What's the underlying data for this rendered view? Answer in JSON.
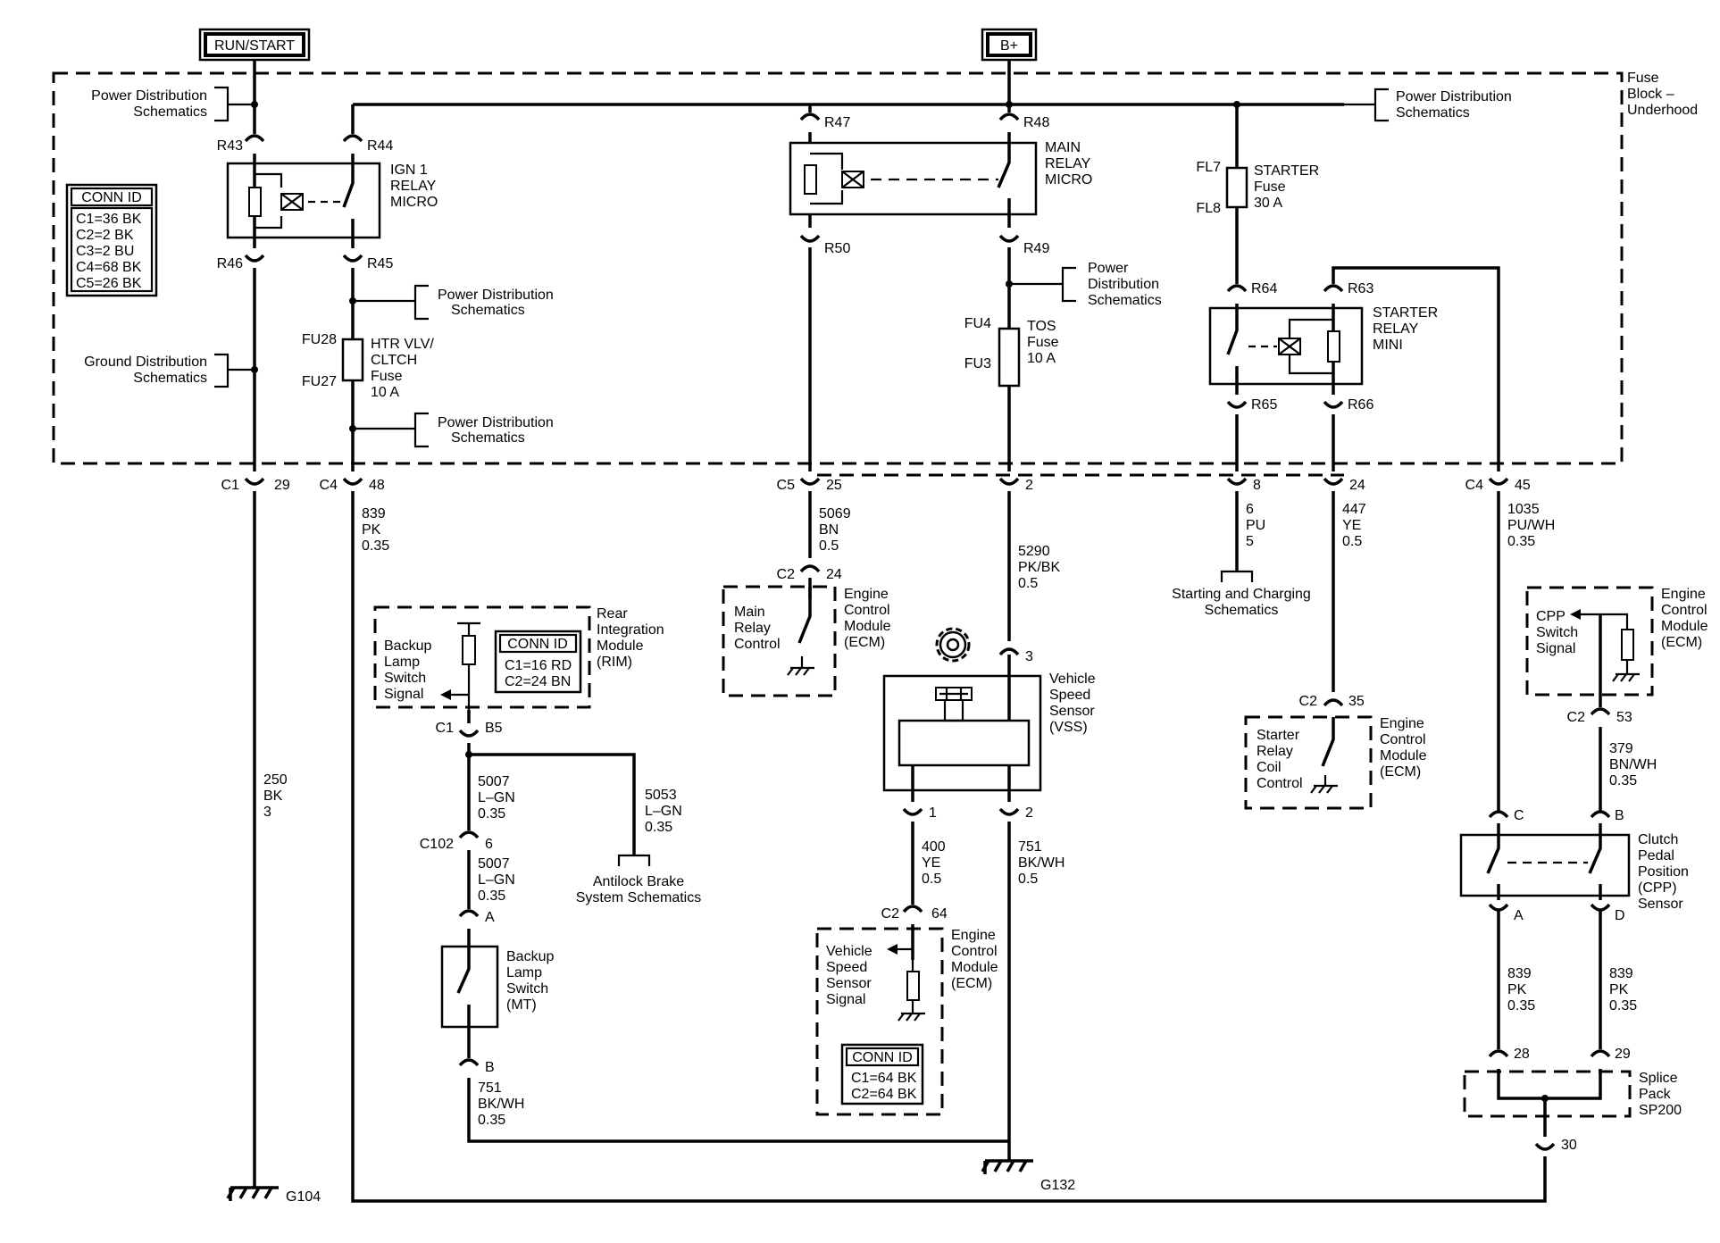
{
  "sources": {
    "run_start": "RUN/START",
    "bplus": "B+"
  },
  "fuse_block": {
    "label": [
      "Fuse",
      "Block –",
      "Underhood"
    ]
  },
  "power_dist": [
    "Power Distribution",
    "Schematics"
  ],
  "power_dist_3": [
    "Power",
    "Distribution",
    "Schematics"
  ],
  "ground_dist": [
    "Ground Distribution",
    "Schematics"
  ],
  "conn_id_main": {
    "title": "CONN ID",
    "rows": [
      "C1=36 BK",
      "C2=2 BK",
      "C3=2 BU",
      "C4=68 BK",
      "C5=26 BK"
    ]
  },
  "conn_id_rim": {
    "title": "CONN ID",
    "rows": [
      "C1=16 RD",
      "C2=24 BN"
    ]
  },
  "conn_id_ecm": {
    "title": "CONN ID",
    "rows": [
      "C1=64 BK",
      "C2=64 BK"
    ]
  },
  "relays": {
    "ign1": [
      "IGN 1",
      "RELAY",
      "MICRO"
    ],
    "main": [
      "MAIN",
      "RELAY",
      "MICRO"
    ],
    "starter": [
      "STARTER",
      "RELAY",
      "MINI"
    ]
  },
  "pins": {
    "r43": "R43",
    "r44": "R44",
    "r45": "R45",
    "r46": "R46",
    "r47": "R47",
    "r48": "R48",
    "r49": "R49",
    "r50": "R50",
    "r63": "R63",
    "r64": "R64",
    "r65": "R65",
    "r66": "R66",
    "fu28": "FU28",
    "fu27": "FU27",
    "fu4": "FU4",
    "fu3": "FU3",
    "fl7": "FL7",
    "fl8": "FL8"
  },
  "fuses": {
    "htr": [
      "HTR VLV/",
      "CLTCH",
      "Fuse",
      "10 A"
    ],
    "tos": [
      "TOS",
      "Fuse",
      "10 A"
    ],
    "starter": [
      "STARTER",
      "Fuse",
      "30 A"
    ]
  },
  "connectors": {
    "c1_29": {
      "name": "C1",
      "pin": "29"
    },
    "c4_48": {
      "name": "C4",
      "pin": "48"
    },
    "c5_25": {
      "name": "C5",
      "pin": "25"
    },
    "pin_2": "2",
    "pin_8": "8",
    "pin_24": "24",
    "c4_45": {
      "name": "C4",
      "pin": "45"
    },
    "c2_24": {
      "name": "C2",
      "pin": "24"
    },
    "c2_35": {
      "name": "C2",
      "pin": "35"
    },
    "c2_53": {
      "name": "C2",
      "pin": "53"
    },
    "c2_64": {
      "name": "C2",
      "pin": "64"
    },
    "c1_b5": {
      "name": "C1",
      "pin": "B5"
    },
    "c102_6": {
      "name": "C102",
      "pin": "6"
    },
    "vss_3": "3",
    "vss_1": "1",
    "vss_2": "2",
    "sw_a": "A",
    "sw_b": "B",
    "cpp_c": "C",
    "cpp_b": "B",
    "cpp_a": "A",
    "cpp_d": "D",
    "sp_28": "28",
    "sp_29": "29",
    "sp_30": "30"
  },
  "wires": {
    "w250": [
      "250",
      "BK",
      "3"
    ],
    "w839": [
      "839",
      "PK",
      "0.35"
    ],
    "w5069": [
      "5069",
      "BN",
      "0.5"
    ],
    "w5290": [
      "5290",
      "PK/BK",
      "0.5"
    ],
    "w6": [
      "6",
      "PU",
      "5"
    ],
    "w447": [
      "447",
      "YE",
      "0.5"
    ],
    "w1035": [
      "1035",
      "PU/WH",
      "0.35"
    ],
    "w5007a": [
      "5007",
      "L–GN",
      "0.35"
    ],
    "w5007b": [
      "5007",
      "L–GN",
      "0.35"
    ],
    "w5053": [
      "5053",
      "L–GN",
      "0.35"
    ],
    "w751a": [
      "751",
      "BK/WH",
      "0.35"
    ],
    "w400": [
      "400",
      "YE",
      "0.5"
    ],
    "w751b": [
      "751",
      "BK/WH",
      "0.5"
    ],
    "w379": [
      "379",
      "BN/WH",
      "0.35"
    ],
    "w839a": [
      "839",
      "PK",
      "0.35"
    ],
    "w839b": [
      "839",
      "PK",
      "0.35"
    ]
  },
  "modules": {
    "ecm": [
      "Engine",
      "Control",
      "Module",
      "(ECM)"
    ],
    "rim": [
      "Rear",
      "Integration",
      "Module",
      "(RIM)"
    ],
    "main_relay_ctrl": [
      "Main",
      "Relay",
      "Control"
    ],
    "starter_coil": [
      "Starter",
      "Relay",
      "Coil",
      "Control"
    ],
    "cpp_signal": [
      "CPP",
      "Switch",
      "Signal"
    ],
    "backup_signal": [
      "Backup",
      "Lamp",
      "Switch",
      "Signal"
    ],
    "vss_signal": [
      "Vehicle",
      "Speed",
      "Sensor",
      "Signal"
    ]
  },
  "components": {
    "vss": [
      "Vehicle",
      "Speed",
      "Sensor",
      "(VSS)"
    ],
    "backup_switch": [
      "Backup",
      "Lamp",
      "Switch",
      "(MT)"
    ],
    "cpp": [
      "Clutch",
      "Pedal",
      "Position",
      "(CPP)",
      "Sensor"
    ],
    "splice": [
      "Splice",
      "Pack",
      "SP200"
    ]
  },
  "refs": {
    "starting": [
      "Starting and Charging",
      "Schematics"
    ],
    "abs": [
      "Antilock Brake",
      "System Schematics"
    ]
  },
  "grounds": {
    "g104": "G104",
    "g132": "G132"
  }
}
